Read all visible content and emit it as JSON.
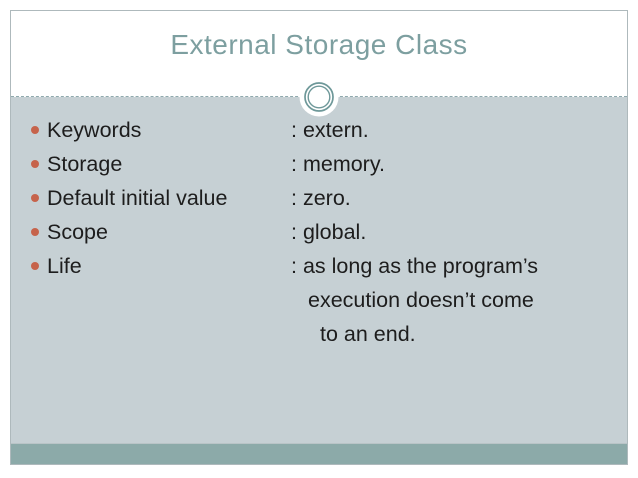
{
  "slide": {
    "title": "External Storage Class",
    "bullets": [
      {
        "label": "Keywords",
        "value": ": extern."
      },
      {
        "label": "Storage",
        "value": ": memory."
      },
      {
        "label": "Default initial value",
        "value": ": zero."
      },
      {
        "label": "Scope",
        "value": ": global."
      },
      {
        "label": "Life",
        "value": ": as long as the program’s",
        "value_line2": "execution doesn’t come",
        "value_line3": "to an end."
      }
    ],
    "colors": {
      "body_background": "#c6d0d4",
      "footer_band": "#8caaa9",
      "title_text": "#7d9fa0",
      "bullet_dot": "#c6634b",
      "body_text": "#1d1d1d",
      "ornament_ring": "#6e9899",
      "separator_dotted": "#8fa9ad",
      "header_border": "#aeb9bc"
    }
  }
}
